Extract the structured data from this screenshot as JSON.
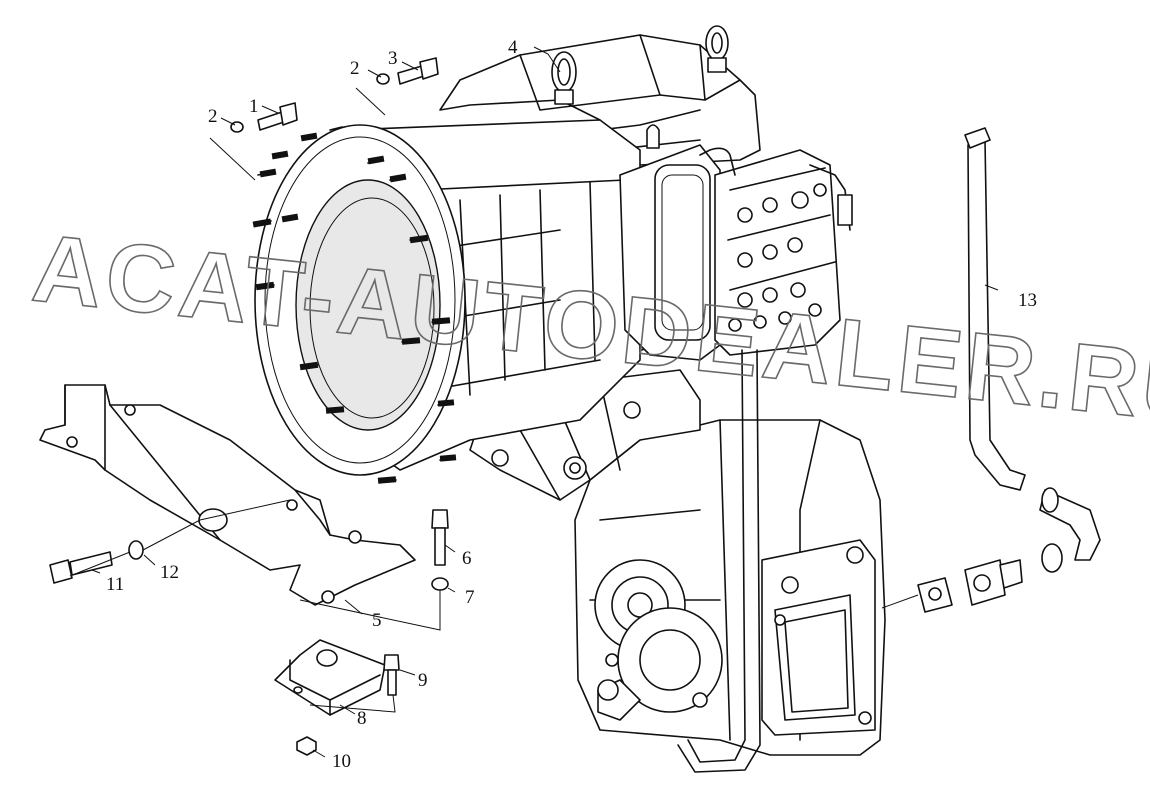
{
  "watermark": "ACAT-AUTODEALER.RU",
  "callouts": [
    {
      "id": "1",
      "label": "1"
    },
    {
      "id": "2a",
      "label": "2"
    },
    {
      "id": "2b",
      "label": "2"
    },
    {
      "id": "3",
      "label": "3"
    },
    {
      "id": "4",
      "label": "4"
    },
    {
      "id": "5",
      "label": "5"
    },
    {
      "id": "6",
      "label": "6"
    },
    {
      "id": "7",
      "label": "7"
    },
    {
      "id": "8",
      "label": "8"
    },
    {
      "id": "9",
      "label": "9"
    },
    {
      "id": "10",
      "label": "10"
    },
    {
      "id": "11",
      "label": "11"
    },
    {
      "id": "12",
      "label": "12"
    },
    {
      "id": "13",
      "label": "13"
    }
  ]
}
